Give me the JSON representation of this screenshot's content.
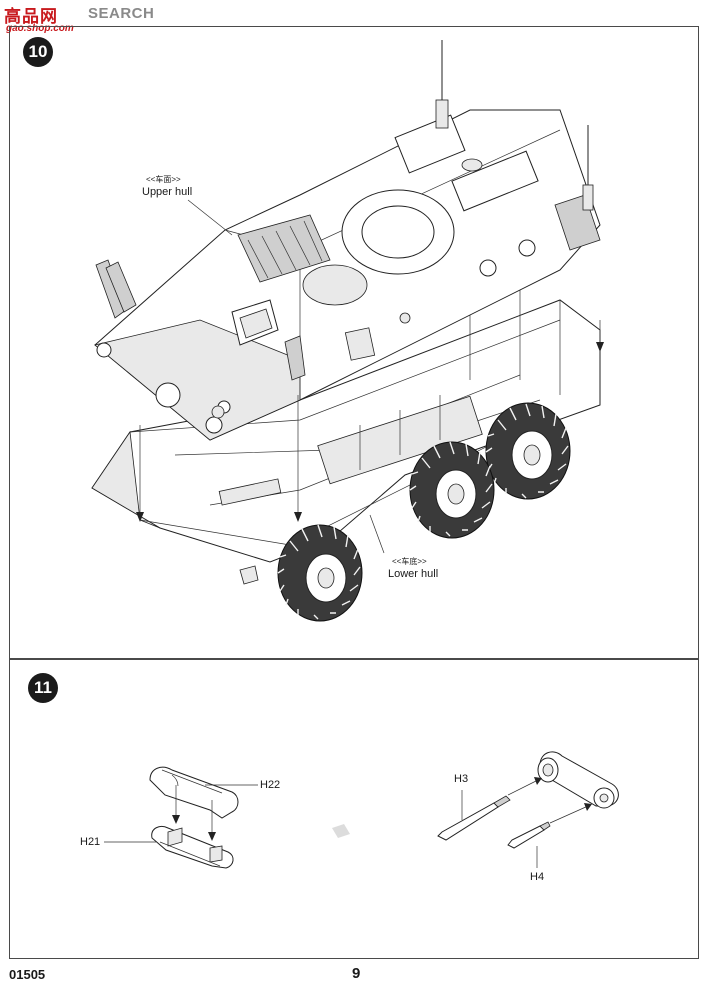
{
  "watermark": {
    "logo": "高品网",
    "search": "SEARCH",
    "url": "gao.shop.com"
  },
  "steps": [
    {
      "number": "10",
      "labels": {
        "upper_hull_cn": "<<车面>>",
        "upper_hull": "Upper hull",
        "lower_hull_cn": "<<车底>>",
        "lower_hull": "Lower hull"
      }
    },
    {
      "number": "11",
      "labels": {
        "h22": "H22",
        "h21": "H21",
        "h3": "H3",
        "h4": "H4"
      }
    }
  ],
  "footer": {
    "kit_number": "01505",
    "page_number": "9"
  }
}
